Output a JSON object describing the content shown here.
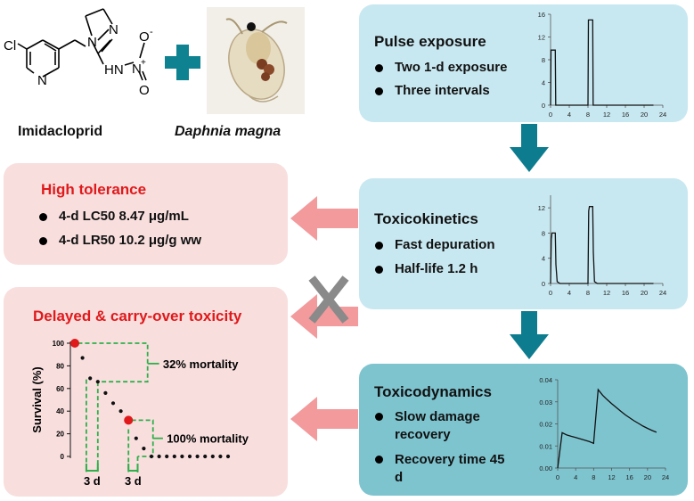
{
  "top": {
    "compound_label": "Imidacloprid",
    "organism_label": "Daphnia magna",
    "molecule": {
      "cl": "Cl",
      "n": "N",
      "hn": "HN",
      "o_minus": "O",
      "minus": "-",
      "plus": "+",
      "o": "O"
    }
  },
  "pulse": {
    "title": "Pulse exposure",
    "bullets": [
      "Two 1-d exposure",
      "Three intervals"
    ]
  },
  "toxicokinetics": {
    "title": "Toxicokinetics",
    "bullets": [
      "Fast depuration",
      "Half-life 1.2 h"
    ]
  },
  "toxicodynamics": {
    "title": "Toxicodynamics",
    "bullets": [
      "Slow damage recovery",
      "Recovery time 45 d"
    ]
  },
  "high_tolerance": {
    "title": "High tolerance",
    "bullets": [
      "4-d LC50 8.47 μg/mL",
      "4-d LR50 10.2 μg/g ww"
    ]
  },
  "delayed": {
    "title": "Delayed & carry-over toxicity",
    "ylabel": "Survival (%)",
    "annotations": [
      "32% mortality",
      "100% mortality"
    ],
    "brackets": [
      "3 d",
      "3 d"
    ]
  },
  "colors": {
    "light_blue": "#c8e8f1",
    "dark_blue": "#7ec4cf",
    "pink": "#f9dede",
    "arrow_teal": "#0e7c8f",
    "arrow_pink": "#f29a9c",
    "title_red": "#e0191b",
    "bracket_green": "#2eb04a",
    "cross_gray": "#8a8a8a"
  },
  "chart_data": [
    {
      "type": "line",
      "id": "pulse-exposure",
      "x": [
        0,
        0.1,
        1,
        1.1,
        8,
        8.1,
        9,
        9.1,
        22
      ],
      "y": [
        0,
        9.7,
        9.7,
        0,
        0,
        15,
        15,
        0,
        0
      ],
      "xticks": [
        0,
        4,
        8,
        12,
        16,
        20,
        24
      ],
      "yticks": [
        0,
        4,
        8,
        12,
        16
      ],
      "xlim": [
        0,
        24
      ],
      "ylim": [
        0,
        16
      ]
    },
    {
      "type": "line",
      "id": "toxicokinetics",
      "x": [
        0,
        0.15,
        0.3,
        1,
        1.15,
        1.4,
        2,
        8,
        8.15,
        8.3,
        9,
        9.15,
        9.4,
        10,
        22
      ],
      "y": [
        0,
        7,
        8,
        8,
        3,
        0.3,
        0,
        0,
        11.5,
        12.2,
        12.2,
        5,
        0.3,
        0,
        0
      ],
      "xticks": [
        0,
        4,
        8,
        12,
        16,
        20,
        24
      ],
      "yticks": [
        0,
        4,
        8,
        12
      ],
      "xlim": [
        0,
        24
      ],
      "ylim": [
        0,
        14
      ]
    },
    {
      "type": "line",
      "id": "toxicodynamics",
      "x": [
        0,
        1,
        2,
        3,
        4,
        5,
        6,
        7,
        8,
        9,
        10,
        11,
        12,
        13,
        14,
        15,
        16,
        17,
        18,
        19,
        20,
        21,
        22
      ],
      "y": [
        0,
        0.016,
        0.015,
        0.0144,
        0.0138,
        0.0132,
        0.0126,
        0.012,
        0.0112,
        0.0355,
        0.033,
        0.031,
        0.0292,
        0.0275,
        0.0258,
        0.0242,
        0.0228,
        0.0214,
        0.0202,
        0.019,
        0.018,
        0.017,
        0.0162
      ],
      "xticks": [
        0,
        4,
        8,
        12,
        16,
        20,
        24
      ],
      "yticks": [
        0.0,
        0.01,
        0.02,
        0.03,
        0.04
      ],
      "xlim": [
        0,
        24
      ],
      "ylim": [
        0,
        0.04
      ]
    },
    {
      "type": "scatter",
      "id": "survival",
      "x": [
        0,
        1,
        2,
        3,
        4,
        5,
        6,
        7,
        8,
        9,
        10,
        11,
        12,
        13,
        14,
        15,
        16,
        17,
        18,
        19,
        20
      ],
      "y": [
        100,
        87,
        69,
        66,
        56,
        47,
        40,
        32,
        16,
        7,
        0,
        0,
        0,
        0,
        0,
        0,
        0,
        0,
        0,
        0,
        0
      ],
      "highlight_points": [
        [
          0,
          100
        ],
        [
          7,
          32
        ]
      ],
      "yticks": [
        0,
        20,
        40,
        60,
        80,
        100
      ],
      "ylim": [
        0,
        100
      ]
    }
  ]
}
